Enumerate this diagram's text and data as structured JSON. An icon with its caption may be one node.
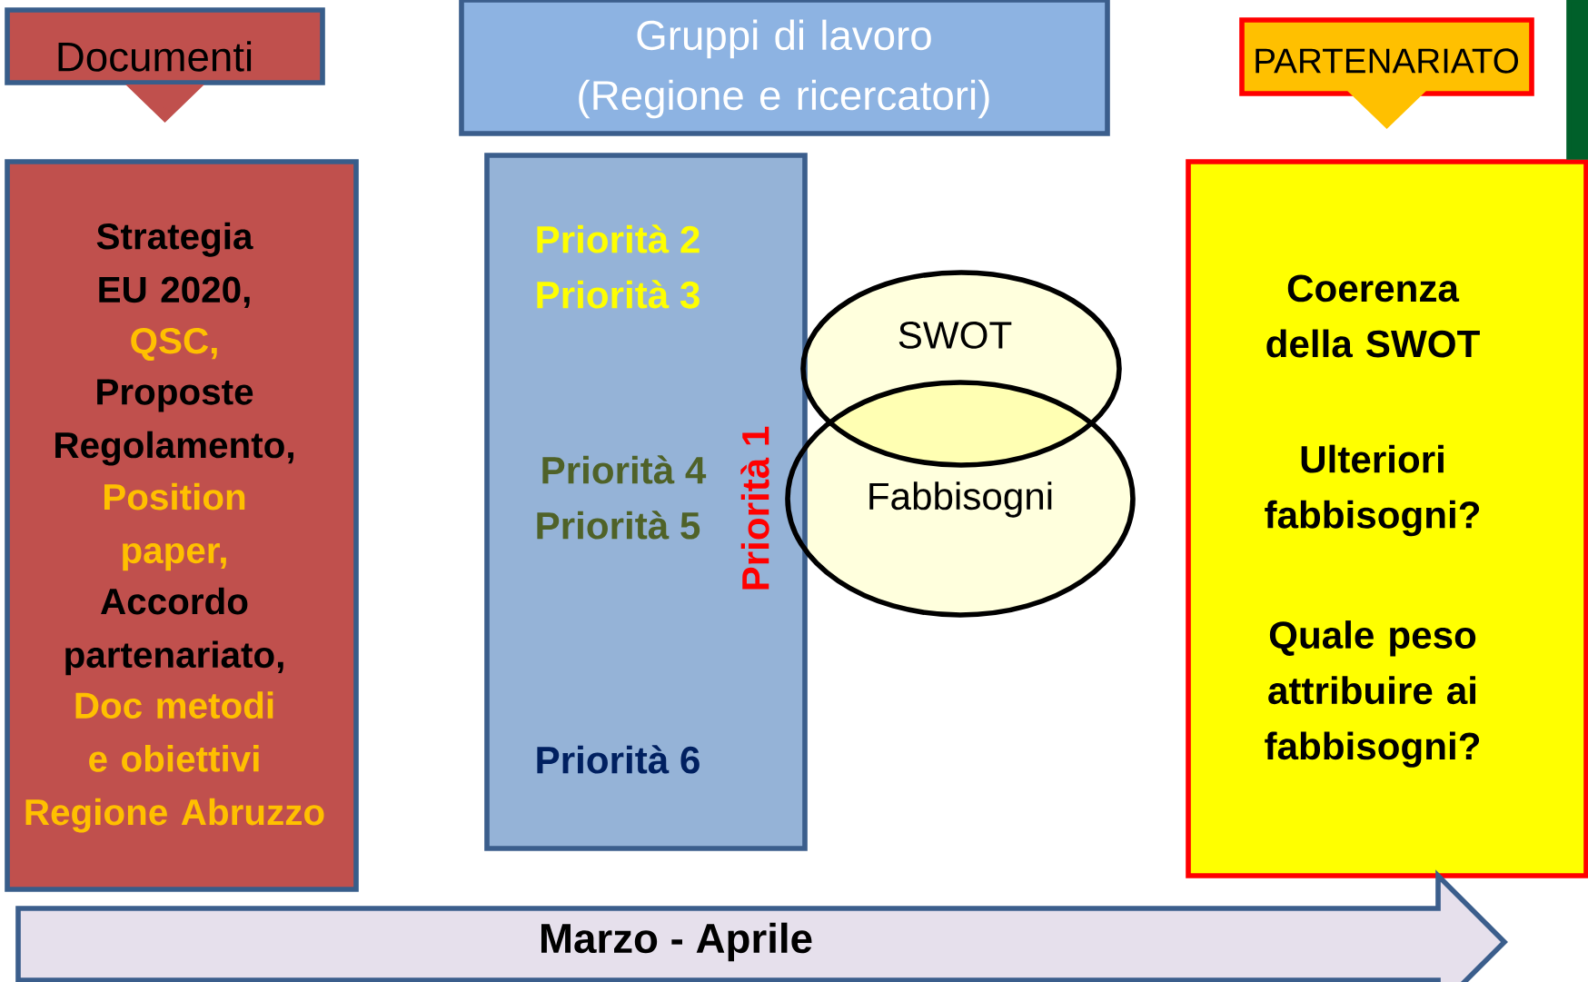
{
  "diagram": {
    "nodes": [
      {
        "text": [
          "Documenti"
        ]
      },
      {
        "text": [
          "Strategia EU 2020,",
          "QSC,",
          "Proposte Regolamento,",
          "Position paper,",
          "Accordo partenariato,",
          "Doc metodi e obiettivi Regione Abruzzo"
        ]
      },
      {
        "text": [
          "Gruppi di lavoro (Regione e ricercatori)"
        ]
      },
      {
        "text": [
          "Priorità 2",
          "Priorità 3",
          "Priorità 4",
          "Priorità 5",
          "Priorità 6",
          "Priorità 1"
        ]
      },
      {
        "text": [
          "SWOT"
        ]
      },
      {
        "text": [
          "Fabbisogni"
        ]
      },
      {
        "text": [
          "PARTENARIATO"
        ]
      },
      {
        "text": [
          "Coerenza della SWOT",
          "Ulteriori fabbisogni?",
          "Quale peso attribuire ai fabbisogni?"
        ]
      },
      {
        "text": [
          "Marzo  - Aprile"
        ]
      },
      {
        "text": [],
        "shape": "bar"
      }
    ],
    "edges": [
      {
        "from": 0,
        "to": 1,
        "arrow": "to",
        "style": "thick",
        "color": "#c0504d"
      },
      {
        "from": 6,
        "to": 7,
        "arrow": "to",
        "style": "thick",
        "color": "#ffc000"
      }
    ]
  }
}
